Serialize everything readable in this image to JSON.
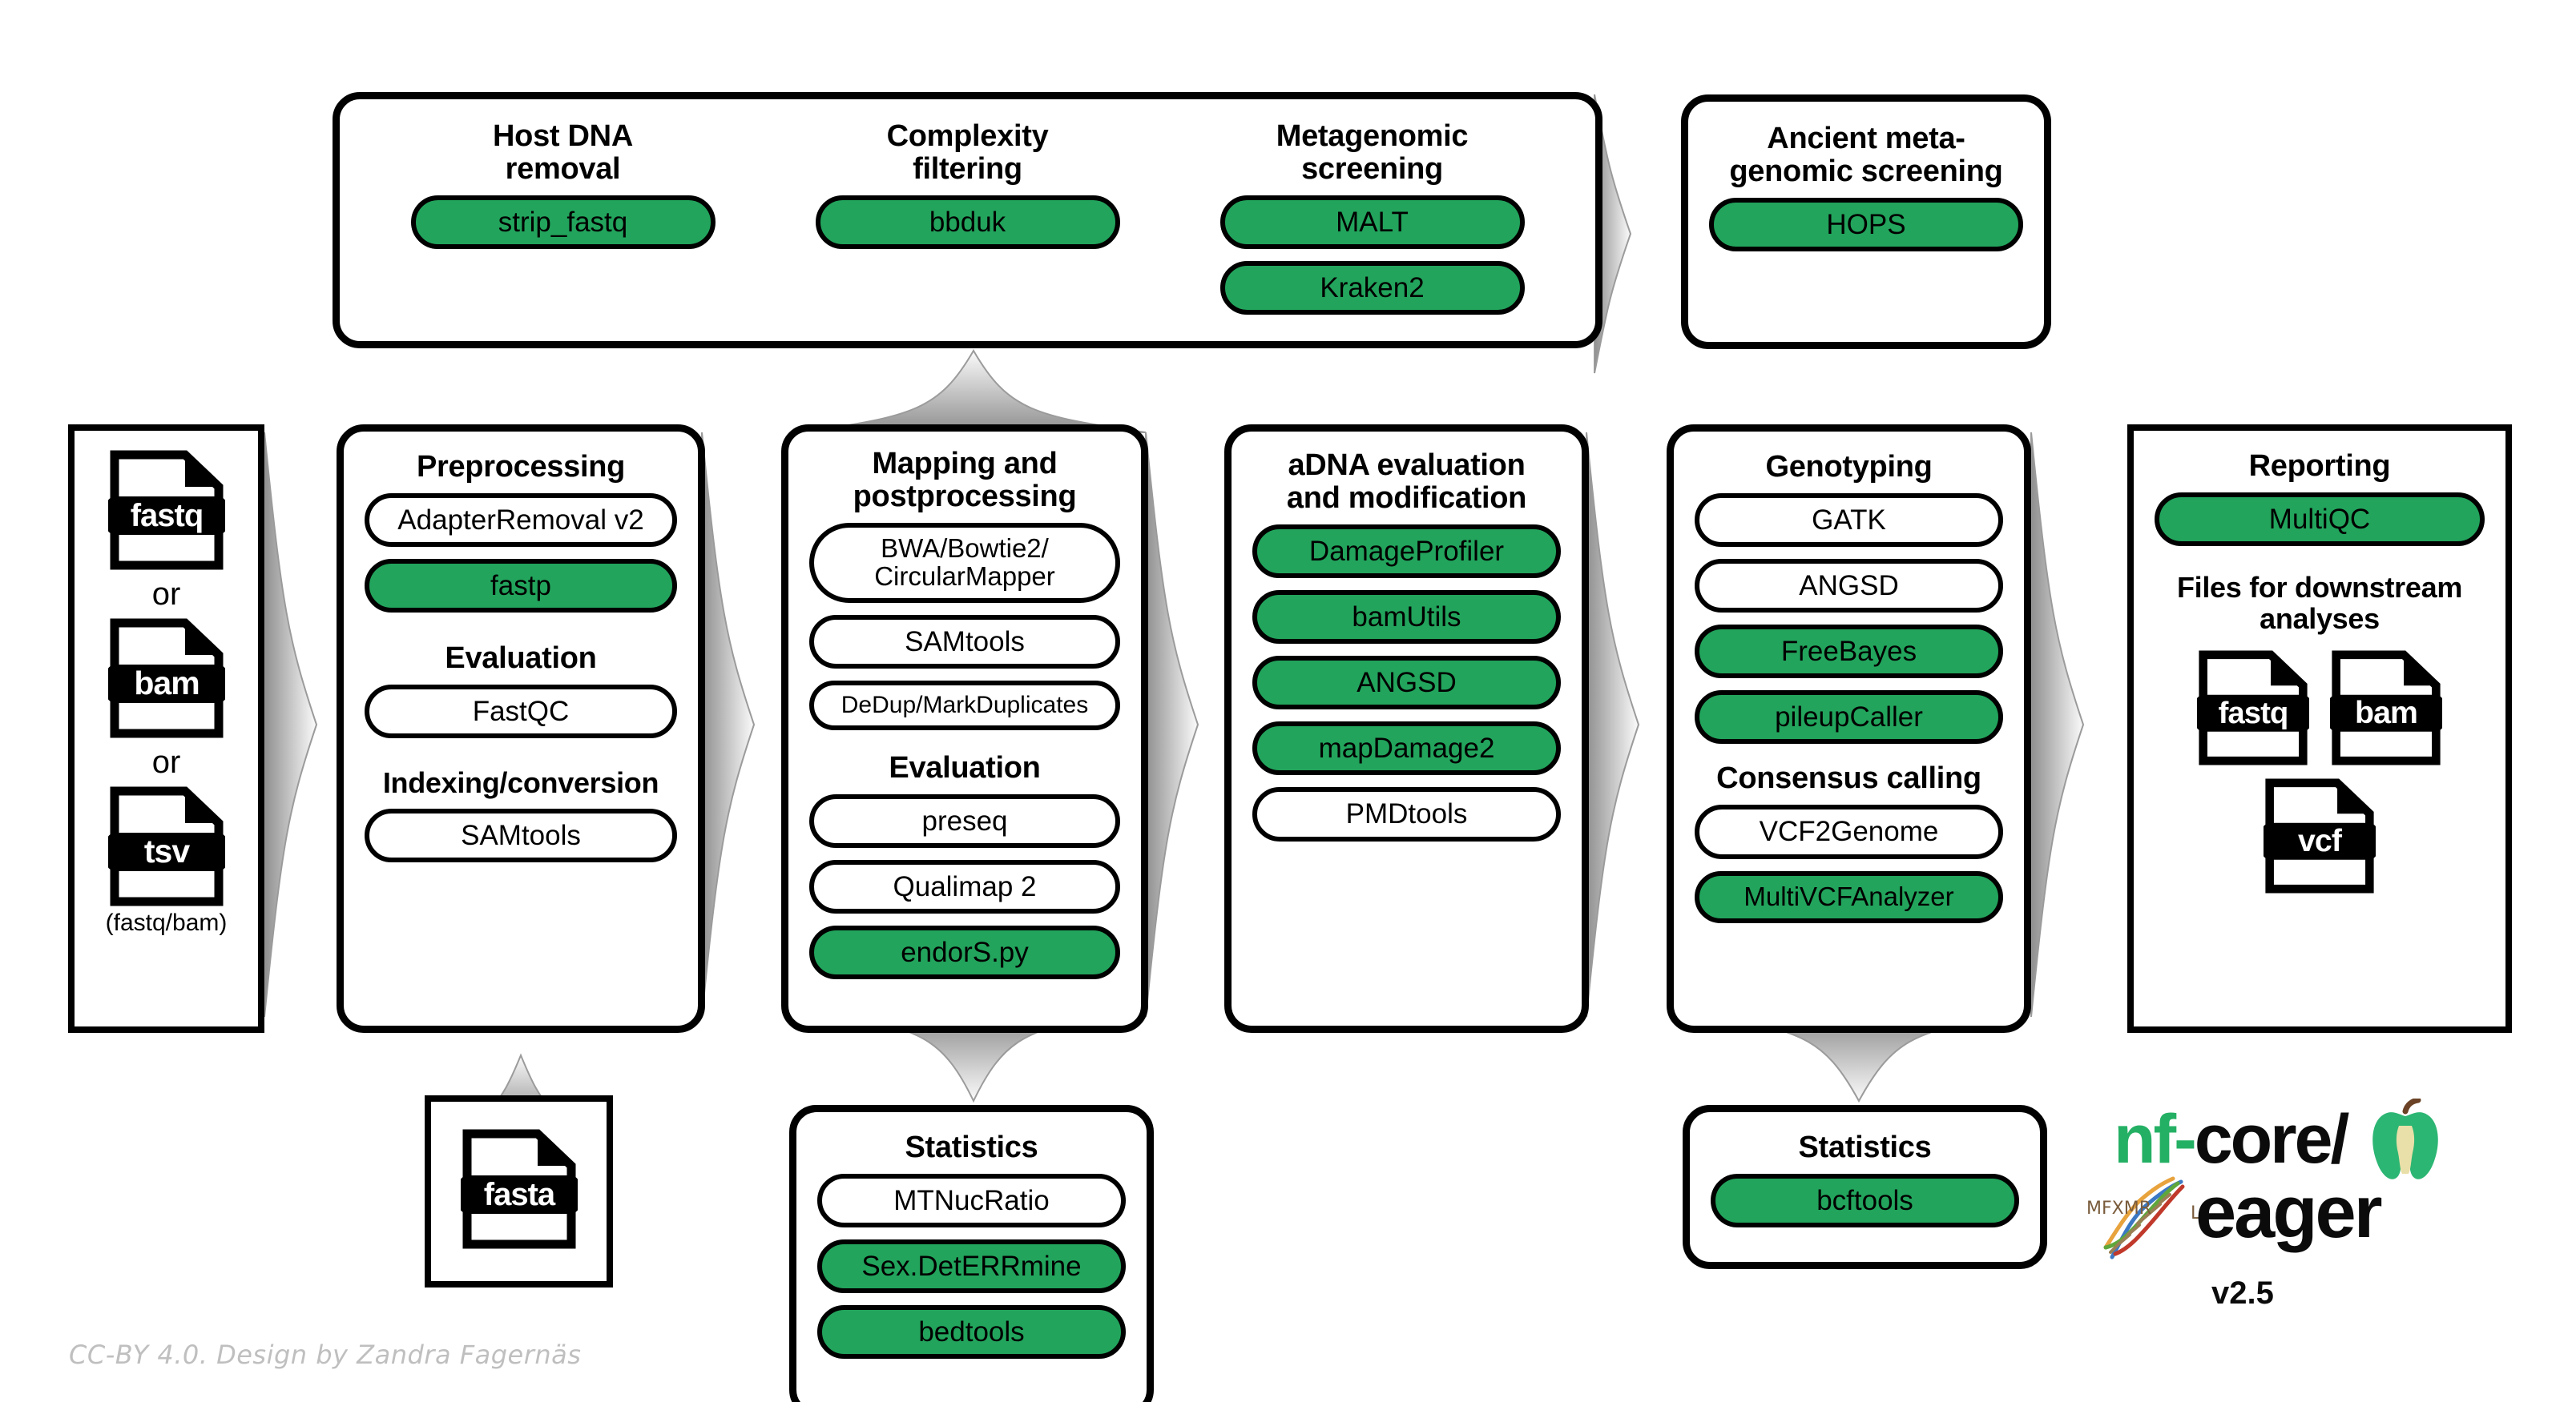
{
  "meta": {
    "credit": "CC-BY 4.0. Design by Zandra Fagernäs"
  },
  "logo": {
    "nf": "nf-",
    "core": "core/",
    "eager": "eager",
    "version": "v2.5",
    "rune_text": "MFXMR",
    "rune_tail": "L",
    "apple_color": "#2CB673",
    "stem_color": "#6b4226",
    "nf_color": "#24B064"
  },
  "colors": {
    "green": "#22a45c",
    "outline": "#000000",
    "arrow_dark": "#9a9a9a",
    "arrow_light": "#f2f2f2",
    "credit_gray": "#bfbfbf"
  },
  "input_box": {
    "files": [
      {
        "ext": "fastq"
      },
      {
        "ext": "bam"
      },
      {
        "ext": "tsv"
      }
    ],
    "or_label": "or",
    "note": "(fastq/bam)"
  },
  "reference_box": {
    "file": {
      "ext": "fasta"
    }
  },
  "top_container": {
    "groups": [
      {
        "title": "Host DNA\nremoval",
        "tools": [
          {
            "label": "strip_fastq",
            "green": true
          }
        ]
      },
      {
        "title": "Complexity\nfiltering",
        "tools": [
          {
            "label": "bbduk",
            "green": true
          }
        ]
      },
      {
        "title": "Metagenomic\nscreening",
        "tools": [
          {
            "label": "MALT",
            "green": true
          },
          {
            "label": "Kraken2",
            "green": true
          }
        ]
      }
    ]
  },
  "ancient_screening": {
    "title": "Ancient meta-\ngenomic screening",
    "tools": [
      {
        "label": "HOPS",
        "green": true
      }
    ]
  },
  "preprocessing": {
    "title": "Preprocessing",
    "tools": [
      {
        "label": "AdapterRemoval v2",
        "green": false
      },
      {
        "label": "fastp",
        "green": true
      }
    ],
    "subtitle_evaluation": "Evaluation",
    "evaluation_tools": [
      {
        "label": "FastQC",
        "green": false
      }
    ],
    "subtitle_indexing": "Indexing/conversion",
    "indexing_tools": [
      {
        "label": "SAMtools",
        "green": false
      }
    ]
  },
  "mapping": {
    "title": "Mapping and\npostprocessing",
    "tools": [
      {
        "label": "BWA/Bowtie2/\nCircularMapper",
        "green": false
      },
      {
        "label": "SAMtools",
        "green": false
      },
      {
        "label": "DeDup/MarkDuplicates",
        "green": false
      }
    ],
    "subtitle_evaluation": "Evaluation",
    "evaluation_tools": [
      {
        "label": "preseq",
        "green": false
      },
      {
        "label": "Qualimap 2",
        "green": false
      },
      {
        "label": "endorS.py",
        "green": true
      }
    ]
  },
  "adna": {
    "title": "aDNA evaluation\nand modification",
    "tools": [
      {
        "label": "DamageProfiler",
        "green": true
      },
      {
        "label": "bamUtils",
        "green": true
      },
      {
        "label": "ANGSD",
        "green": true
      },
      {
        "label": "mapDamage2",
        "green": true
      },
      {
        "label": "PMDtools",
        "green": false
      }
    ]
  },
  "genotyping": {
    "title": "Genotyping",
    "tools": [
      {
        "label": "GATK",
        "green": false
      },
      {
        "label": "ANGSD",
        "green": false
      },
      {
        "label": "FreeBayes",
        "green": true
      },
      {
        "label": "pileupCaller",
        "green": true
      }
    ],
    "subtitle_consensus": "Consensus calling",
    "consensus_tools": [
      {
        "label": "VCF2Genome",
        "green": false
      },
      {
        "label": "MultiVCFAnalyzer",
        "green": true
      }
    ]
  },
  "reporting": {
    "title": "Reporting",
    "tools": [
      {
        "label": "MultiQC",
        "green": true
      }
    ],
    "subtitle_files": "Files for downstream\nanalyses",
    "files": [
      {
        "ext": "fastq"
      },
      {
        "ext": "bam"
      },
      {
        "ext": "vcf"
      }
    ]
  },
  "statistics_mapping": {
    "title": "Statistics",
    "tools": [
      {
        "label": "MTNucRatio",
        "green": false
      },
      {
        "label": "Sex.DetERRmine",
        "green": true
      },
      {
        "label": "bedtools",
        "green": true
      }
    ]
  },
  "statistics_genotyping": {
    "title": "Statistics",
    "tools": [
      {
        "label": "bcftools",
        "green": true
      }
    ]
  }
}
